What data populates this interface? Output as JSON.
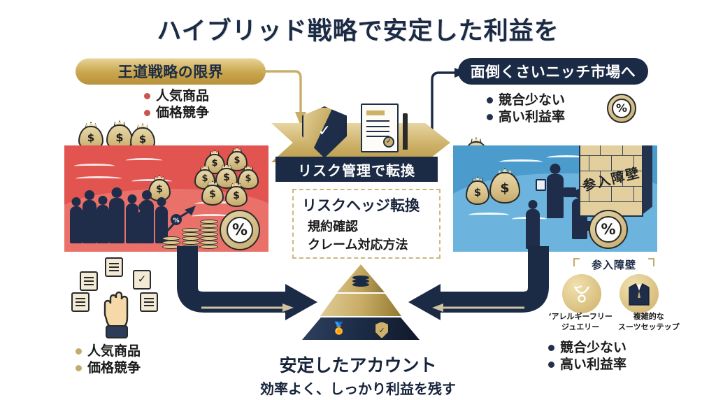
{
  "title": "ハイブリッド戦略で安定した利益を",
  "left_section": {
    "pill_label": "王道戦略の限界",
    "bullets": [
      "人気商品",
      "価格競争"
    ],
    "bullet_color": "#c9554e",
    "panel_color": "#e2544f"
  },
  "right_section": {
    "pill_label": "面倒くさいニッチ市場へ",
    "bullets": [
      "競合少ない",
      "高い利益率"
    ],
    "bullet_color": "#22304c",
    "panel_color": "#4b9ccd",
    "wall_label": "参入障壁"
  },
  "center_banner": {
    "band_label": "リスク管理で転換",
    "icons": [
      "shield-check-icon",
      "document-check-icon",
      "pencil-icon"
    ],
    "accent_color": "#cdb169",
    "band_color": "#1c2b45"
  },
  "center_box": {
    "heading": "リスクヘッジ転換",
    "bullets": [
      "規約確認",
      "クレーム対応方法"
    ],
    "bullet_color": "#c3ab6e",
    "border_color": "#c9b97f"
  },
  "bottom_left": {
    "bullets": [
      "人気商品",
      "価格競争"
    ],
    "bullet_color": "#c3ab6e",
    "icon": "hand-checklist-icon"
  },
  "bottom_right": {
    "header": "参入障壁",
    "items": [
      {
        "icon": "necklace-icon",
        "caption_line1": "‘アレルギーフリー",
        "caption_line2": "ジュエリー"
      },
      {
        "icon": "suit-icon",
        "caption_line1": "複雑的な",
        "caption_line2": "スーツセッテップ"
      }
    ],
    "bullets": [
      "競合少ない",
      "高い利益率"
    ],
    "bullet_color": "#22304c"
  },
  "pyramid": {
    "icons": [
      "coins-icon",
      "award-ribbon-icon",
      "shield-check-icon"
    ],
    "gold_color": "#cdb169",
    "navy_color": "#1c2b45"
  },
  "bottom_text": {
    "line1": "安定したアカウント",
    "line2": "効率よく、しっかり利益を残す"
  },
  "percent_symbol": "%",
  "currency_symbol": "$"
}
